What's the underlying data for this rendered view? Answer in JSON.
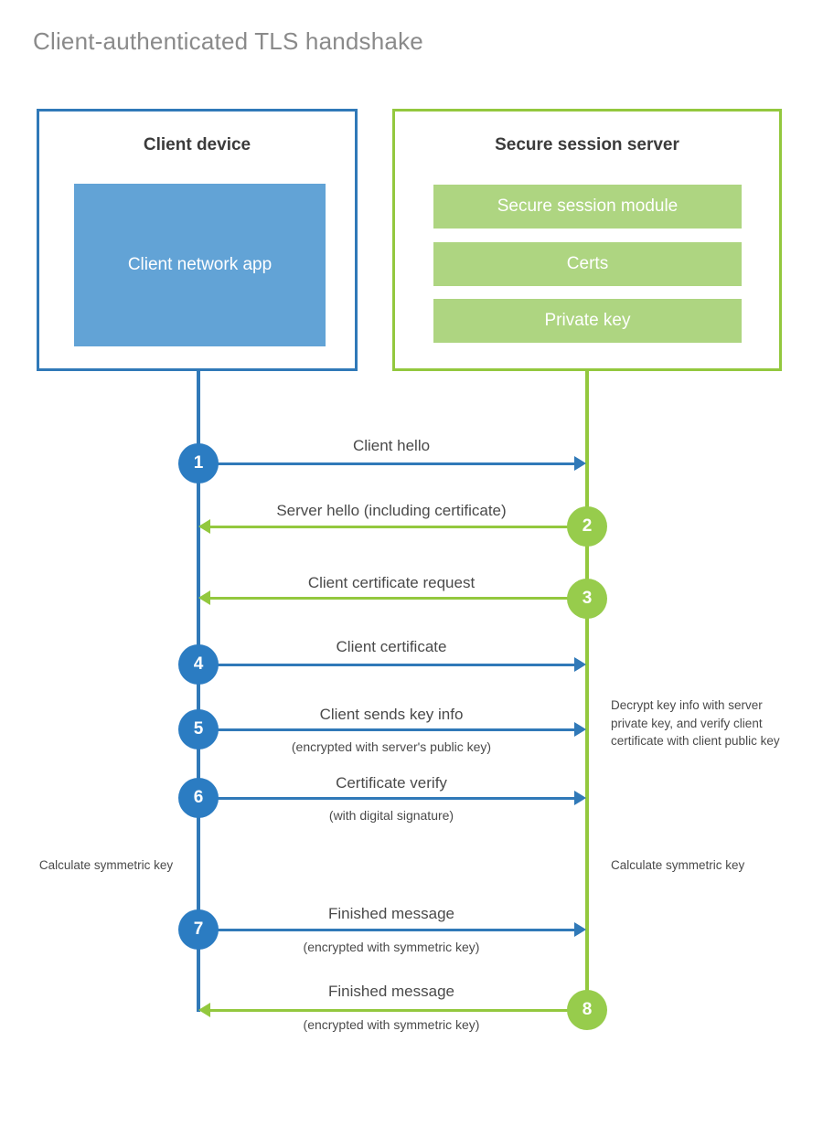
{
  "title": "Client-authenticated TLS handshake",
  "colors": {
    "client_accent": "#3079b8",
    "client_fill": "#62a3d6",
    "client_circle": "#2b7cc2",
    "server_accent": "#93c83e",
    "server_fill": "#aed581",
    "server_circle": "#97cc4c",
    "title_text": "#8a8a8a",
    "body_text": "#4a4a4a"
  },
  "client": {
    "title": "Client device",
    "app_label": "Client network app"
  },
  "server": {
    "title": "Secure session server",
    "components": [
      {
        "label": "Secure session module"
      },
      {
        "label": "Certs"
      },
      {
        "label": "Private key"
      }
    ]
  },
  "steps": [
    {
      "number": "1",
      "side": "client",
      "direction": "to-server",
      "label": "Client hello",
      "sub": ""
    },
    {
      "number": "2",
      "side": "server",
      "direction": "to-client",
      "label": "Server hello (including certificate)",
      "sub": ""
    },
    {
      "number": "3",
      "side": "server",
      "direction": "to-client",
      "label": "Client certificate request",
      "sub": ""
    },
    {
      "number": "4",
      "side": "client",
      "direction": "to-server",
      "label": "Client certificate",
      "sub": ""
    },
    {
      "number": "5",
      "side": "client",
      "direction": "to-server",
      "label": "Client sends key info",
      "sub": "(encrypted with server's public key)"
    },
    {
      "number": "6",
      "side": "client",
      "direction": "to-server",
      "label": "Certificate verify",
      "sub": "(with digital signature)"
    },
    {
      "number": "7",
      "side": "client",
      "direction": "to-server",
      "label": "Finished message",
      "sub": "(encrypted with symmetric key)"
    },
    {
      "number": "8",
      "side": "server",
      "direction": "to-client",
      "label": "Finished message",
      "sub": "(encrypted with symmetric key)"
    }
  ],
  "notes": {
    "server_decrypt": "Decrypt key info with server private key, and verify client certificate with client public key",
    "client_calculate": "Calculate symmetric key",
    "server_calculate": "Calculate symmetric key"
  }
}
